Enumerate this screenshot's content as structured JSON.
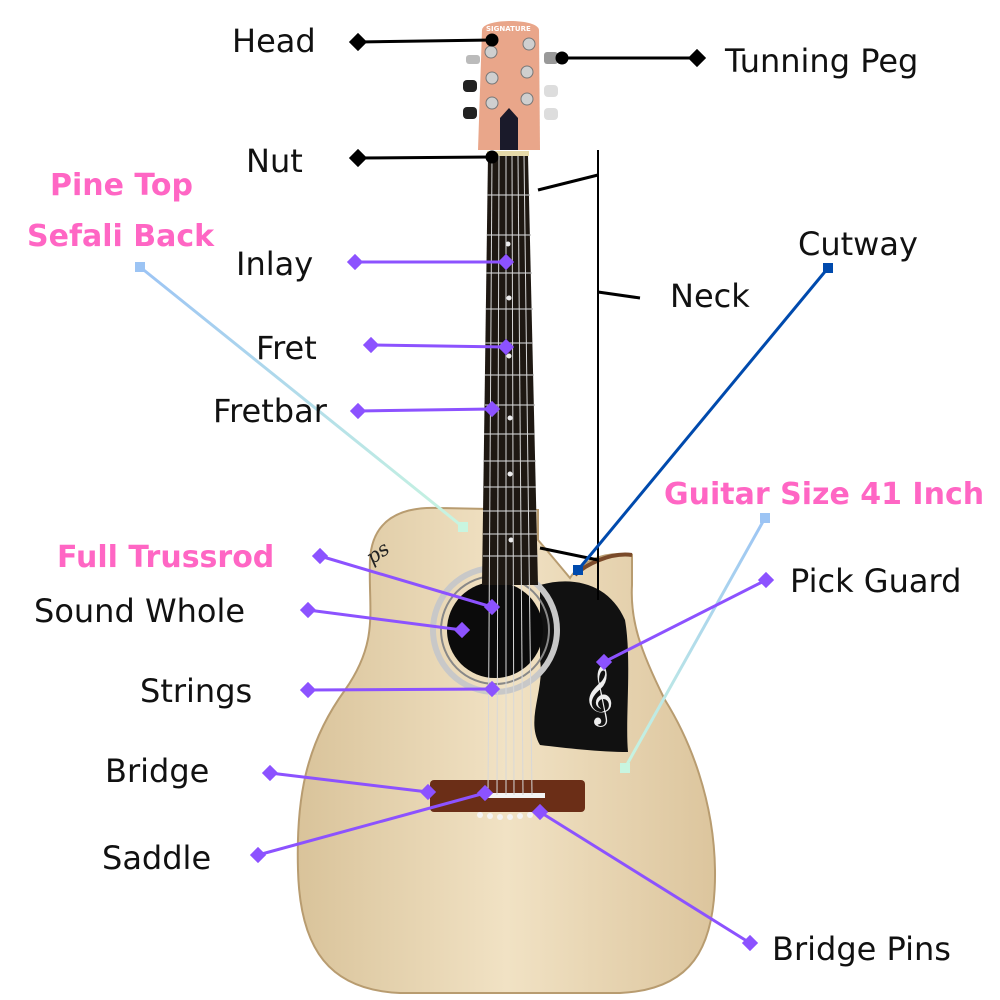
{
  "labels": {
    "head": "Head",
    "tuning_peg": "Tunning Peg",
    "nut": "Nut",
    "pine_top": "Pine Top",
    "sefali_back": "Sefali Back",
    "inlay": "Inlay",
    "fret": "Fret",
    "fretbar": "Fretbar",
    "neck": "Neck",
    "cutway": "Cutway",
    "guitar_size": "Guitar Size 41 Inch",
    "full_trussrod": "Full Trussrod",
    "sound_whole": "Sound Whole",
    "pick_guard": "Pick Guard",
    "strings": "Strings",
    "bridge": "Bridge",
    "saddle": "Saddle",
    "bridge_pins": "Bridge Pins"
  },
  "logo": {
    "headstock_text": "SIGNATURE",
    "body_text": "PS SIGNATURE"
  },
  "colors": {
    "highlight": "#ff66c4",
    "pointer_purple": "#8c52ff",
    "pointer_blue": "#004aad",
    "pointer_black": "#000000",
    "wood": "#ecd9b8",
    "fretboard": "#1e1812"
  }
}
